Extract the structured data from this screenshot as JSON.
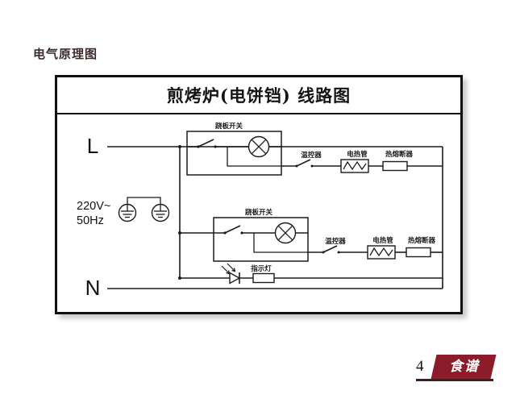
{
  "section_heading": "电气原理图",
  "diagram": {
    "title": "煎烤炉(电饼铛) 线路图",
    "terminals": {
      "live": "L",
      "neutral": "N"
    },
    "supply": {
      "voltage": "220V~",
      "frequency": "50Hz"
    },
    "branch_upper": {
      "switch_label": "跷板开关",
      "thermostat_label": "温控器",
      "heating_tube_label": "电热管",
      "thermal_fuse_label": "热熔断器"
    },
    "branch_lower": {
      "switch_label": "跷板开关",
      "thermostat_label": "温控器",
      "heating_tube_label": "电热管",
      "thermal_fuse_label": "热熔断器"
    },
    "indicator": {
      "label": "指示灯"
    }
  },
  "footer": {
    "page_number": "4",
    "badge_text": "食谱",
    "badge_color": "#8c1c29"
  }
}
